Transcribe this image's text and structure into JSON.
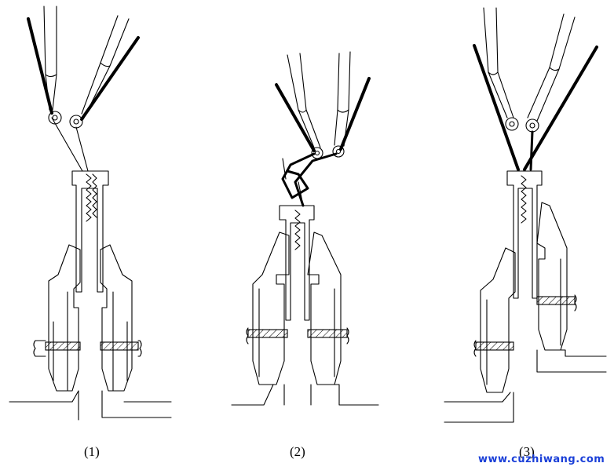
{
  "figure": {
    "panels": [
      {
        "id": "1",
        "caption": "(1)"
      },
      {
        "id": "2",
        "caption": "(2)"
      },
      {
        "id": "3",
        "caption": "(3)"
      }
    ],
    "watermark": "www.cuzhiwang.com",
    "colors": {
      "line": "#000000",
      "watermark": "#1a3fd8",
      "background": "#ffffff"
    }
  }
}
